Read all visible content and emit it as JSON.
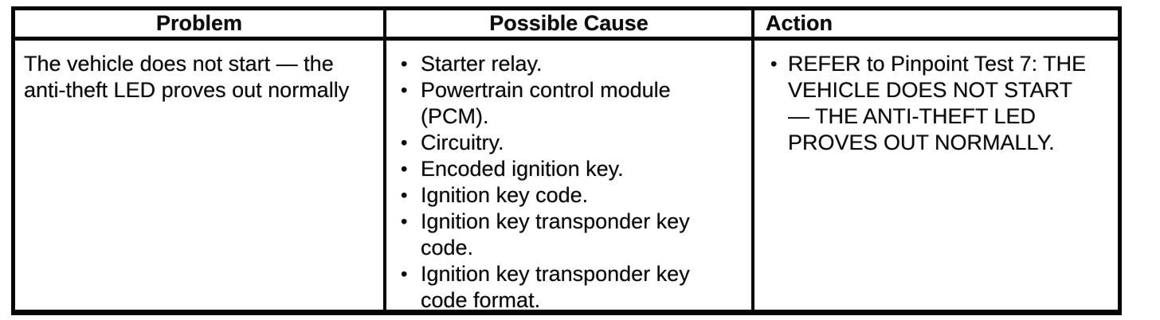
{
  "table": {
    "bullet_glyph": "•",
    "colors": {
      "border": "#050505",
      "text": "#0c0c0c",
      "background": "#ffffff"
    },
    "headers": {
      "problem": "Problem",
      "possible_cause": "Possible Cause",
      "action": "Action"
    },
    "row": {
      "problem": "The vehicle does not start — the anti-theft LED proves out normally",
      "causes": [
        "Starter relay.",
        "Powertrain control module (PCM).",
        "Circuitry.",
        "Encoded ignition key.",
        "Ignition key code.",
        "Ignition key transponder key code.",
        "Ignition key transponder key code format."
      ],
      "actions": [
        "REFER to Pinpoint Test 7: THE VEHICLE DOES NOT START — THE ANTI-THEFT LED PROVES OUT NORMALLY."
      ]
    }
  }
}
